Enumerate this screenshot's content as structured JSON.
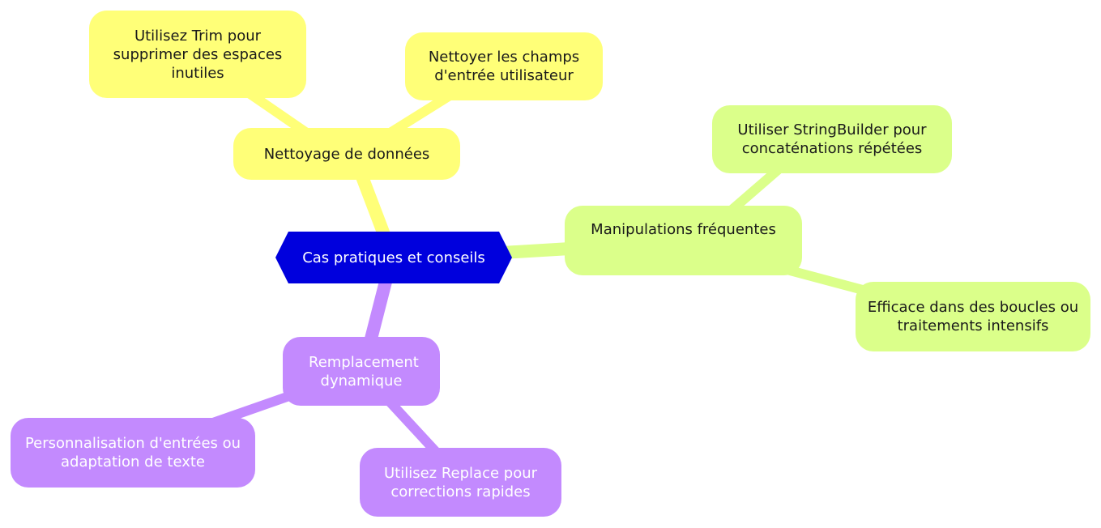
{
  "root": {
    "label": "Cas pratiques et conseils"
  },
  "branches": {
    "nettoyage": {
      "label": "Nettoyage de données",
      "children": [
        "Utilisez Trim pour supprimer des espaces inutiles",
        "Nettoyer les champs d'entrée utilisateur"
      ]
    },
    "manipulations": {
      "label": "Manipulations fréquentes",
      "children": [
        "Utiliser StringBuilder pour concaténations répétées",
        "Efficace dans des boucles ou traitements intensifs"
      ]
    },
    "remplacement": {
      "label": "Remplacement dynamique",
      "children": [
        "Personnalisation d'entrées ou adaptation de texte",
        "Utilisez Replace pour corrections rapides"
      ]
    }
  },
  "colors": {
    "root": "#0000dd",
    "yellow": "#ffff78",
    "green": "#dbff8a",
    "purple": "#c38afe"
  }
}
